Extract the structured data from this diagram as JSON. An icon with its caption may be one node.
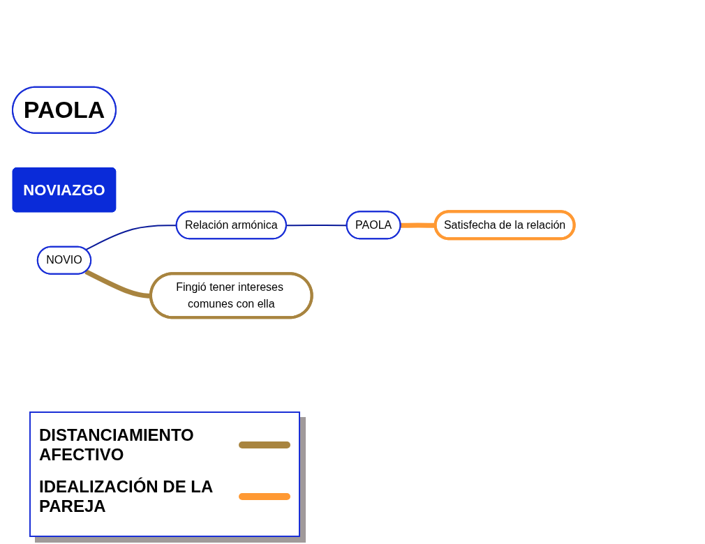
{
  "diagram": {
    "nodes": [
      {
        "text": [
          "PAOLA"
        ]
      },
      {
        "text": [
          "NOVIAZGO"
        ]
      },
      {
        "text": [
          "NOVIO"
        ]
      },
      {
        "text": [
          "Relación armónica"
        ]
      },
      {
        "text": [
          "PAOLA"
        ]
      },
      {
        "text": [
          "Fingió tener intereses comunes con ella"
        ]
      },
      {
        "text": [
          "Satisfecha de la relación"
        ]
      }
    ],
    "edges": [
      {
        "from": 2,
        "to": 3,
        "arrow": "none"
      },
      {
        "from": 3,
        "to": 4,
        "arrow": "none"
      },
      {
        "from": 2,
        "to": 5,
        "arrow": "none",
        "style": "thick",
        "color": "#a8843f"
      },
      {
        "from": 4,
        "to": 6,
        "arrow": "none",
        "style": "thick",
        "color": "#ff9933"
      }
    ],
    "legend": [
      {
        "text": "DISTANCIAMIENTO AFECTIVO",
        "color": "#a8843f"
      },
      {
        "text": "IDEALIZACIÓN DE LA PAREJA",
        "color": "#ff9933"
      }
    ]
  }
}
